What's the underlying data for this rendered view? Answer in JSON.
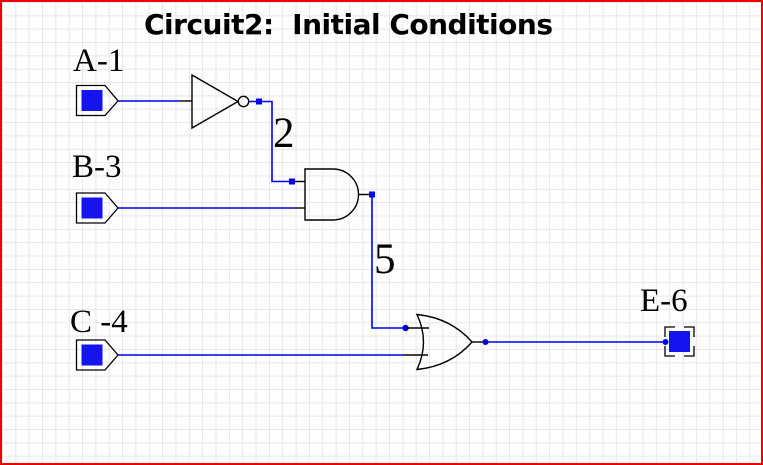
{
  "title": "Circuit2:  Initial Conditions",
  "canvas": {
    "border_color": "#ee0000",
    "grid_color": "#e5e5ec",
    "background_color": "#ffffff",
    "wire_color": "#0000ee",
    "pin_fill_color": "#1414ee",
    "symbol_color": "#000000"
  },
  "inputs": [
    {
      "label": "A-1"
    },
    {
      "label": "B-3"
    },
    {
      "label": "C -4"
    }
  ],
  "output": {
    "label": "E-6"
  },
  "nets": [
    {
      "label": "2"
    },
    {
      "label": "5"
    }
  ],
  "circuit": {
    "gates": [
      {
        "type": "NOT",
        "inputs": [
          "A-1"
        ],
        "output_net": "2"
      },
      {
        "type": "AND",
        "inputs": [
          "2",
          "B-3"
        ],
        "output_net": "5"
      },
      {
        "type": "OR",
        "inputs": [
          "5",
          "C -4"
        ],
        "output_pin": "E-6"
      }
    ]
  }
}
